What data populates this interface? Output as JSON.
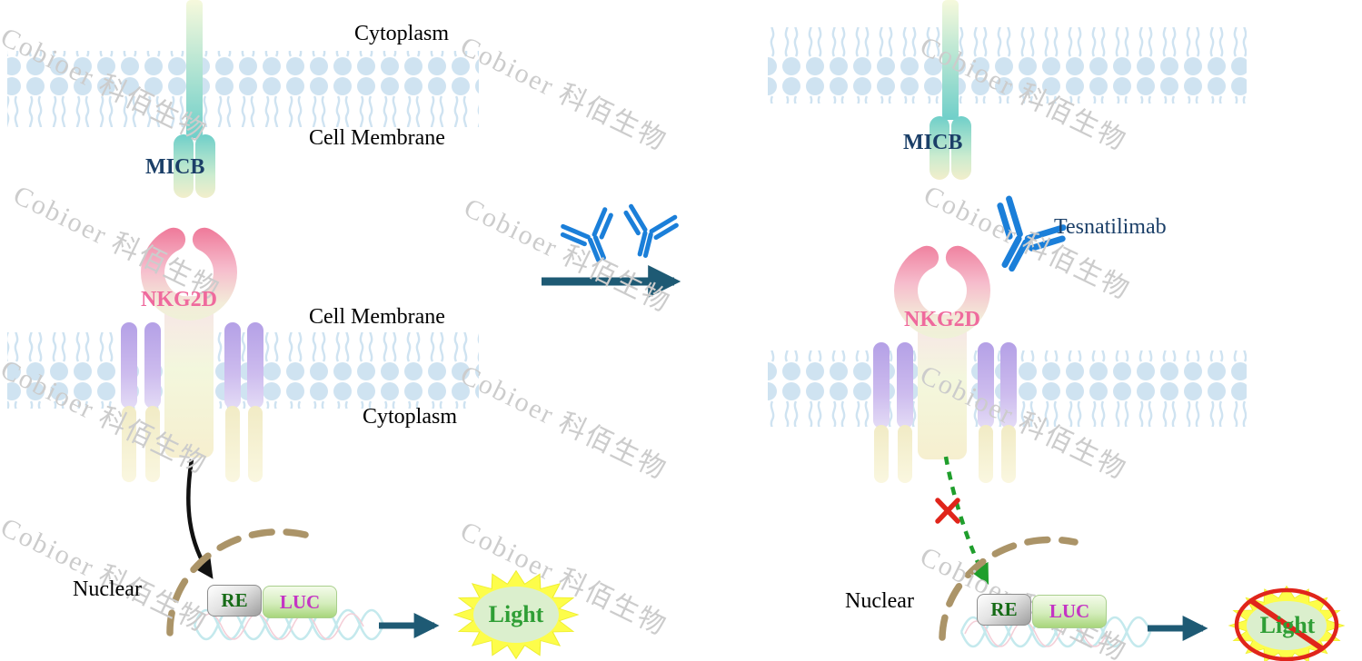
{
  "watermark": {
    "text": "Cobioer 科佰生物"
  },
  "left_panel": {
    "cytoplasm_top_label": "Cytoplasm",
    "cell_membrane_top_label": "Cell Membrane",
    "micb_label": "MICB",
    "nkg2d_label": "NKG2D",
    "cell_membrane_bottom_label": "Cell Membrane",
    "cytoplasm_bottom_label": "Cytoplasm",
    "nuclear_label": "Nuclear",
    "re_label": "RE",
    "luc_label": "LUC",
    "light_label": "Light"
  },
  "right_panel": {
    "micb_label": "MICB",
    "antibody_label": "Tesnatilimab",
    "nkg2d_label": "NKG2D",
    "nuclear_label": "Nuclear",
    "re_label": "RE",
    "luc_label": "LUC",
    "light_label": "Light",
    "signal_blocked": true
  },
  "colors": {
    "membrane_blue": "#cfe3f1",
    "antibody_blue": "#1b7fd9",
    "micb_teal": "#6fcfc9",
    "nkg2d_pink": "#ef6a9d",
    "navy_label": "#1b3f68",
    "re_text_green": "#166b16",
    "luc_text_magenta": "#c435c4",
    "light_green": "#2f9e35",
    "arrow_teal": "#1e5a74",
    "nuclear_tan": "#ab9468",
    "signal_green": "#1f9e2c",
    "blocked_red": "#e0251b",
    "starburst_yellow": "#fdfd4a"
  }
}
